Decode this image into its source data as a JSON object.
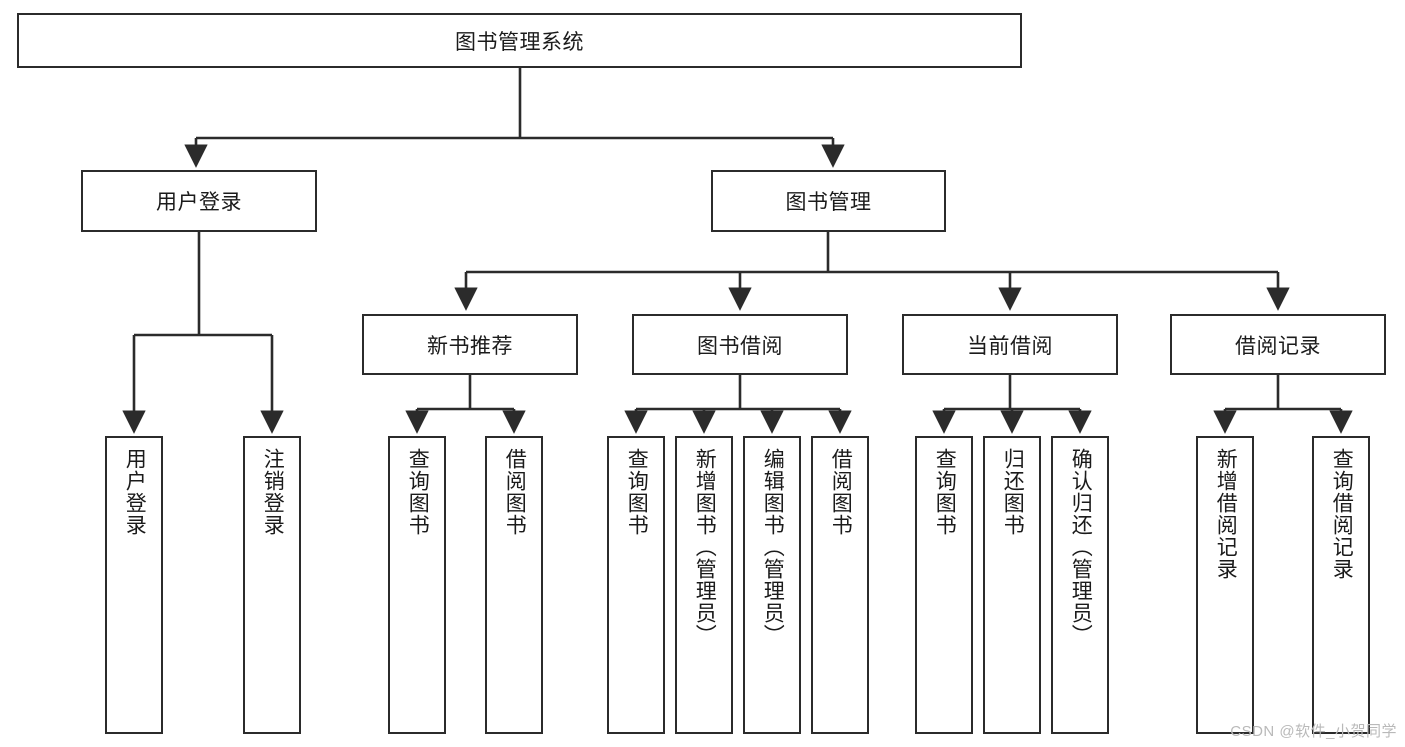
{
  "diagram": {
    "title": "图书管理系统",
    "type": "tree-hierarchy",
    "watermark": "CSDN @软件_小贺同学",
    "colors": {
      "stroke": "#2b2b2b",
      "fill": "#ffffff",
      "text": "#1b1b1b",
      "watermark": "#b9b9b9"
    },
    "nodes": {
      "root": {
        "label": "图书管理系统"
      },
      "level2": [
        {
          "id": "user-login",
          "label": "用户登录"
        },
        {
          "id": "book-management",
          "label": "图书管理"
        }
      ],
      "level3": [
        {
          "id": "new-book-recommend",
          "label": "新书推荐"
        },
        {
          "id": "book-borrow",
          "label": "图书借阅"
        },
        {
          "id": "current-borrow",
          "label": "当前借阅"
        },
        {
          "id": "borrow-record",
          "label": "借阅记录"
        }
      ],
      "leaves": {
        "user-login": [
          {
            "id": "leaf-user-login",
            "label": "用户登录"
          },
          {
            "id": "leaf-logout-login",
            "label": "注销登录"
          }
        ],
        "new-book-recommend": [
          {
            "id": "leaf-query-book-1",
            "label": "查询图书"
          },
          {
            "id": "leaf-borrow-book-1",
            "label": "借阅图书"
          }
        ],
        "book-borrow": [
          {
            "id": "leaf-query-book-2",
            "label": "查询图书"
          },
          {
            "id": "leaf-add-book",
            "label": "新增图书（管理员）"
          },
          {
            "id": "leaf-edit-book",
            "label": "编辑图书（管理员）"
          },
          {
            "id": "leaf-borrow-book-2",
            "label": "借阅图书"
          }
        ],
        "current-borrow": [
          {
            "id": "leaf-query-book-3",
            "label": "查询图书"
          },
          {
            "id": "leaf-return-book",
            "label": "归还图书"
          },
          {
            "id": "leaf-confirm-return",
            "label": "确认归还（管理员）"
          }
        ],
        "borrow-record": [
          {
            "id": "leaf-add-record",
            "label": "新增借阅记录"
          },
          {
            "id": "leaf-query-record",
            "label": "查询借阅记录"
          }
        ]
      }
    }
  }
}
